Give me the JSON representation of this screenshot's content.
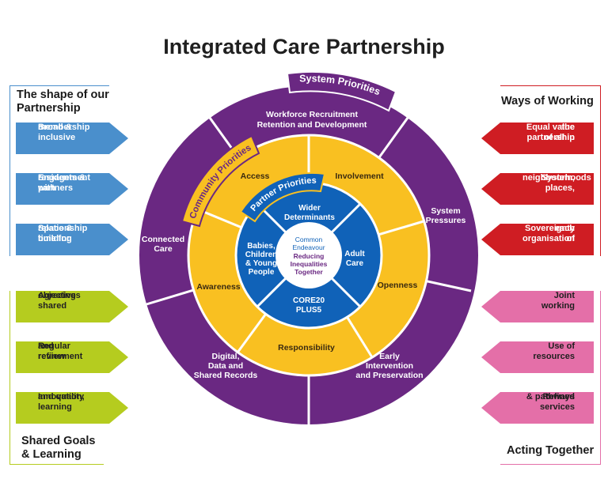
{
  "title": "Integrated Care Partnership",
  "left_top": {
    "title_line1": "The shape of our",
    "title_line2": "Partnership",
    "items": [
      {
        "line1": "Broad & inclusive",
        "line2": "membership"
      },
      {
        "line1": "Engagement with",
        "line2": "residents & partners"
      },
      {
        "line1": "Space & time for",
        "line2": "relationship building"
      }
    ]
  },
  "left_bottom": {
    "title_line1": "Shared Goals",
    "title_line2": "& Learning",
    "items": [
      {
        "line1": "Agreeing shared",
        "line2": "objectives"
      },
      {
        "line1": "Regular review",
        "line2": "and refinement"
      },
      {
        "line1": "Innovation, learning",
        "line2": "and quality"
      }
    ]
  },
  "right_top": {
    "title": "Ways of Working",
    "items": [
      {
        "line1": "Equal value of all in",
        "line2": "the partnership"
      },
      {
        "line1": "System, places,",
        "line2": "neighbourhoods"
      },
      {
        "line1": "Sovereignty of",
        "line2": "each organisation"
      }
    ]
  },
  "right_bottom": {
    "title": "Acting Together",
    "items": [
      {
        "line1": "Joint working",
        "line2": ""
      },
      {
        "line1": "Use of resources",
        "line2": ""
      },
      {
        "line1": "Refined services",
        "line2": "& pathways"
      }
    ]
  },
  "wheel": {
    "outer_ring_label": "System Priorities",
    "middle_ring_label": "Community Priorities",
    "inner_ring_label": "Partner Priorities",
    "outer": {
      "top": {
        "line1": "Workforce Recruitment",
        "line2": "Retention and Development"
      },
      "right": {
        "line1": "System",
        "line2": "Pressures"
      },
      "bottom_right": {
        "line1": "Early",
        "line2": "Intervention",
        "line3": "and Preservation"
      },
      "bottom_left": {
        "line1": "Digital,",
        "line2": "Data and",
        "line3": "Shared Records"
      },
      "left": {
        "line1": "Connected",
        "line2": "Care"
      }
    },
    "middle": {
      "access": "Access",
      "involvement": "Involvement",
      "openness": "Openness",
      "responsibility": "Responsibility",
      "awareness": "Awareness"
    },
    "inner": {
      "top": {
        "line1": "Wider",
        "line2": "Determinants"
      },
      "right": {
        "line1": "Adult",
        "line2": "Care"
      },
      "bottom": {
        "line1": "CORE20",
        "line2": "PLUS5"
      },
      "left": {
        "line1": "Babies,",
        "line2": "Children",
        "line3": "& Young",
        "line4": "People"
      }
    },
    "center": {
      "line1": "Common",
      "line2": "Endeavour",
      "line3": "Reducing",
      "line4": "Inequalities",
      "line5": "Together"
    }
  },
  "colors": {
    "purple": "#6a2882",
    "yellow": "#f9c021",
    "blue": "#1062b8",
    "light_blue": "#4a8fcc",
    "green": "#b5cc1f",
    "red": "#cf1d23",
    "pink": "#e46fa8"
  }
}
